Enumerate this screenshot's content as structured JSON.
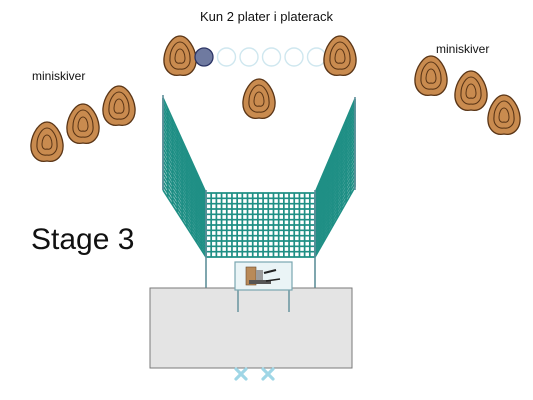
{
  "texts": {
    "top_label": "Kun 2 plater i platerack",
    "left_label": "miniskiver",
    "right_label": "miniskiver",
    "stage_label": "Stage 3"
  },
  "colors": {
    "target_fill": "#c98b4f",
    "target_stroke": "#5a3516",
    "plate_active": "#6f7aa0",
    "plate_empty_stroke": "#cfe7ef",
    "net": "#1f8f85",
    "table_fill": "#e4e4e4",
    "table_stroke": "#7a7a7a",
    "marker": "#9fd6e6"
  },
  "plate_rack": {
    "plates": [
      "active",
      "empty",
      "empty",
      "empty",
      "empty",
      "empty",
      "active"
    ]
  },
  "icons": {
    "target": "steel-target-icon",
    "plate": "plate-icon",
    "marker": "x-mark-icon",
    "gun": "gun-icon"
  }
}
